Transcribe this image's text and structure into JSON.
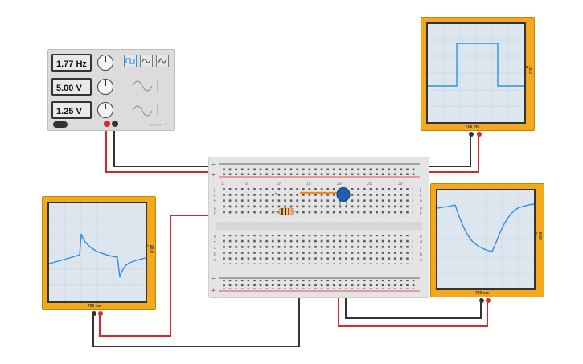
{
  "function_generator": {
    "frequency": "1.77 Hz",
    "amplitude": "5.00 V",
    "offset": "1.25 V",
    "waveforms": [
      "square-wave-icon",
      "triangle-wave-icon",
      "sine-wave-icon"
    ],
    "selected_waveform": "square"
  },
  "oscilloscopes": {
    "top_right": {
      "voltage_div": "10.0 V",
      "time_div": "700 ms"
    },
    "left": {
      "voltage_div": "20.0 V",
      "time_div": "700 ms"
    },
    "bottom_right": {
      "voltage_div": "5.00 V",
      "time_div": "700 ms"
    }
  },
  "breadboard": {
    "column_numbers": [
      "1",
      "5",
      "10",
      "15",
      "20",
      "25",
      "30"
    ],
    "row_letters_top": [
      "j",
      "i",
      "h",
      "g",
      "f"
    ],
    "row_letters_bottom": [
      "e",
      "d",
      "c",
      "b",
      "a"
    ],
    "rail_plus": "+",
    "rail_minus": "−"
  },
  "colors": {
    "wire_red": "#d9262a",
    "wire_black": "#333333",
    "scope_body": "#f2a91f",
    "trace": "#2f8fe0",
    "capacitor": "#1d5fb0"
  }
}
